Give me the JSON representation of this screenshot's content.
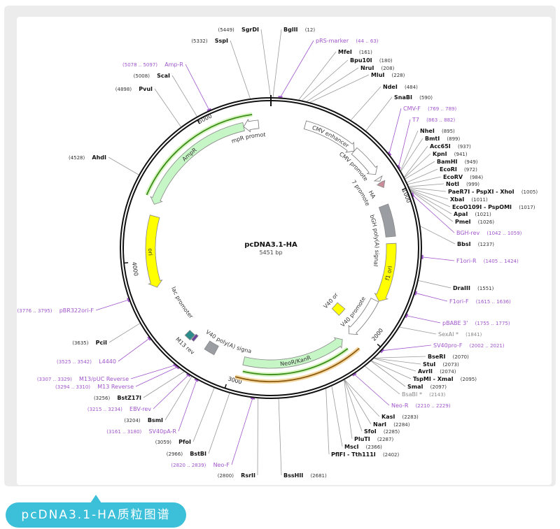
{
  "plasmid": {
    "name": "pcDNA3.1-HA",
    "length_label": "5451 bp",
    "length": 5451
  },
  "caption": "pcDNA3.1-HA质粒图谱",
  "colors": {
    "primer": "#a055cc",
    "caption_bg": "#3cbfd9",
    "ampr": "#c6f5c6",
    "ori": "#ffff00",
    "polyA": "#9a9da2"
  },
  "ticks": [
    {
      "bp": 1000,
      "label": "1000"
    },
    {
      "bp": 2000,
      "label": "2000"
    },
    {
      "bp": 3000,
      "label": "3000"
    },
    {
      "bp": 4000,
      "label": "4000"
    },
    {
      "bp": 5000,
      "label": "5000"
    }
  ],
  "features": [
    {
      "name": "CMV enhancer",
      "start": 235,
      "end": 614,
      "dir": 1,
      "color": "#ffffff"
    },
    {
      "name": "CMV promoter",
      "start": 615,
      "end": 830,
      "dir": 1,
      "color": "#ffffff"
    },
    {
      "name": "T7 promoter",
      "start": 863,
      "end": 885,
      "dir": 1,
      "color": "#ffffff"
    },
    {
      "name": "HA",
      "start": 895,
      "end": 935,
      "dir": 1,
      "color": "#c98d9a"
    },
    {
      "name": "bGH poly(A) signal",
      "start": 1050,
      "end": 1280,
      "dir": 0,
      "color": "#9a9da2"
    },
    {
      "name": "f1 ori",
      "start": 1330,
      "end": 1760,
      "dir": 1,
      "color": "#ffff00"
    },
    {
      "name": "SV40 promoter",
      "start": 1765,
      "end": 2085,
      "dir": 1,
      "color": "#ffffff"
    },
    {
      "name": "SV40 ori",
      "start": 1960,
      "end": 2040,
      "dir": 0,
      "color": "#ffff00"
    },
    {
      "name": "NeoR/KanR",
      "start": 2150,
      "end": 2930,
      "dir": -1,
      "color": "#c6f5c6"
    },
    {
      "name": "SV40 poly(A) signal",
      "start": 3150,
      "end": 3230,
      "dir": 0,
      "color": "#9a9da2"
    },
    {
      "name": "M13 rev",
      "start": 3325,
      "end": 3345,
      "dir": 0,
      "color": "#6a3fa0"
    },
    {
      "name": "lac promoter",
      "start": 3350,
      "end": 3400,
      "dir": 0,
      "color": "#2c8c8c"
    },
    {
      "name": "ori",
      "start": 3800,
      "end": 4320,
      "dir": -1,
      "color": "#ffff00"
    },
    {
      "name": "AmpR",
      "start": 4400,
      "end": 5260,
      "dir": -1,
      "color": "#c6f5c6"
    },
    {
      "name": "AmpR promoter",
      "start": 5260,
      "end": 5365,
      "dir": -1,
      "color": "#ffffff"
    }
  ],
  "sites": [
    {
      "name": "SgrDI",
      "pos": "(5449)",
      "bp": 5449,
      "type": "enzyme"
    },
    {
      "name": "BglII",
      "pos": "(12)",
      "bp": 12,
      "type": "enzyme"
    },
    {
      "name": "SspI",
      "pos": "(5332)",
      "bp": 5332,
      "type": "enzyme"
    },
    {
      "name": "pRS-marker",
      "pos": "(44 .. 63)",
      "bp": 54,
      "type": "primer"
    },
    {
      "name": "MfeI",
      "pos": "(161)",
      "bp": 161,
      "type": "enzyme"
    },
    {
      "name": "Bpu10I",
      "pos": "(180)",
      "bp": 180,
      "type": "enzyme"
    },
    {
      "name": "NruI",
      "pos": "(208)",
      "bp": 208,
      "type": "enzyme"
    },
    {
      "name": "MluI",
      "pos": "(228)",
      "bp": 228,
      "type": "enzyme"
    },
    {
      "name": "NdeI",
      "pos": "(484)",
      "bp": 484,
      "type": "enzyme"
    },
    {
      "name": "SnaBI",
      "pos": "(590)",
      "bp": 590,
      "type": "enzyme"
    },
    {
      "name": "CMV-F",
      "pos": "(769 .. 789)",
      "bp": 779,
      "type": "primer"
    },
    {
      "name": "T7",
      "pos": "(863 .. 882)",
      "bp": 872,
      "type": "primer"
    },
    {
      "name": "NheI",
      "pos": "(895)",
      "bp": 895,
      "type": "enzyme"
    },
    {
      "name": "BmtI",
      "pos": "(899)",
      "bp": 899,
      "type": "enzyme"
    },
    {
      "name": "Acc65I",
      "pos": "(937)",
      "bp": 937,
      "type": "enzyme"
    },
    {
      "name": "KpnI",
      "pos": "(941)",
      "bp": 941,
      "type": "enzyme"
    },
    {
      "name": "BamHI",
      "pos": "(949)",
      "bp": 949,
      "type": "enzyme"
    },
    {
      "name": "EcoRI",
      "pos": "(972)",
      "bp": 972,
      "type": "enzyme"
    },
    {
      "name": "EcoRV",
      "pos": "(984)",
      "bp": 984,
      "type": "enzyme"
    },
    {
      "name": "NotI",
      "pos": "(999)",
      "bp": 999,
      "type": "enzyme"
    },
    {
      "name": "PaeR7I  - PspXI  - XhoI",
      "pos": "(1005)",
      "bp": 1005,
      "type": "enzyme"
    },
    {
      "name": "XbaI",
      "pos": "(1011)",
      "bp": 1011,
      "type": "enzyme"
    },
    {
      "name": "EcoO109I  - PspOMI",
      "pos": "(1017)",
      "bp": 1017,
      "type": "enzyme"
    },
    {
      "name": "ApaI",
      "pos": "(1021)",
      "bp": 1021,
      "type": "enzyme"
    },
    {
      "name": "PmeI",
      "pos": "(1026)",
      "bp": 1026,
      "type": "enzyme"
    },
    {
      "name": "BGH-rev",
      "pos": "(1042 .. 1059)",
      "bp": 1050,
      "type": "primer"
    },
    {
      "name": "BbsI",
      "pos": "(1237)",
      "bp": 1237,
      "type": "enzyme"
    },
    {
      "name": "F1ori-R",
      "pos": "(1405 .. 1424)",
      "bp": 1414,
      "type": "primer"
    },
    {
      "name": "DraIII",
      "pos": "(1551)",
      "bp": 1551,
      "type": "enzyme"
    },
    {
      "name": "F1ori-F",
      "pos": "(1615 .. 1636)",
      "bp": 1625,
      "type": "primer"
    },
    {
      "name": "pBABE 3'",
      "pos": "(1755 .. 1775)",
      "bp": 1765,
      "type": "primer"
    },
    {
      "name": "SexAI *",
      "pos": "(1841)",
      "bp": 1841,
      "type": "nonunique"
    },
    {
      "name": "SV40pro-F",
      "pos": "(2002 .. 2021)",
      "bp": 2011,
      "type": "primer"
    },
    {
      "name": "BseRI",
      "pos": "(2070)",
      "bp": 2070,
      "type": "enzyme"
    },
    {
      "name": "StuI",
      "pos": "(2073)",
      "bp": 2073,
      "type": "enzyme"
    },
    {
      "name": "AvrII",
      "pos": "(2074)",
      "bp": 2074,
      "type": "enzyme"
    },
    {
      "name": "TspMI  - XmaI",
      "pos": "(2095)",
      "bp": 2095,
      "type": "enzyme"
    },
    {
      "name": "SmaI",
      "pos": "(2097)",
      "bp": 2097,
      "type": "enzyme"
    },
    {
      "name": "BsaBI *",
      "pos": "(2143)",
      "bp": 2143,
      "type": "nonunique"
    },
    {
      "name": "Neo-R",
      "pos": "(2210 .. 2229)",
      "bp": 2220,
      "type": "primer"
    },
    {
      "name": "KasI",
      "pos": "(2283)",
      "bp": 2283,
      "type": "enzyme"
    },
    {
      "name": "NarI",
      "pos": "(2284)",
      "bp": 2284,
      "type": "enzyme"
    },
    {
      "name": "SfoI",
      "pos": "(2285)",
      "bp": 2285,
      "type": "enzyme"
    },
    {
      "name": "PluTI",
      "pos": "(2287)",
      "bp": 2287,
      "type": "enzyme"
    },
    {
      "name": "MscI",
      "pos": "(2366)",
      "bp": 2366,
      "type": "enzyme"
    },
    {
      "name": "PflFI  - Tth111I",
      "pos": "(2402)",
      "bp": 2402,
      "type": "enzyme"
    },
    {
      "name": "BssHII",
      "pos": "(2681)",
      "bp": 2681,
      "type": "enzyme"
    },
    {
      "name": "RsrII",
      "pos": "(2800)",
      "bp": 2800,
      "type": "enzyme"
    },
    {
      "name": "Neo-F",
      "pos": "(2820 .. 2839)",
      "bp": 2830,
      "type": "primer"
    },
    {
      "name": "BstBI",
      "pos": "(2966)",
      "bp": 2966,
      "type": "enzyme"
    },
    {
      "name": "PfoI",
      "pos": "(3059)",
      "bp": 3059,
      "type": "enzyme"
    },
    {
      "name": "SV40pA-R",
      "pos": "(3161 .. 3180)",
      "bp": 3170,
      "type": "primer"
    },
    {
      "name": "BsmI",
      "pos": "(3204)",
      "bp": 3204,
      "type": "enzyme"
    },
    {
      "name": "EBV-rev",
      "pos": "(3215 .. 3234)",
      "bp": 3224,
      "type": "primer"
    },
    {
      "name": "BstZ17I",
      "pos": "(3256)",
      "bp": 3256,
      "type": "enzyme"
    },
    {
      "name": "M13 Reverse",
      "pos": "(3294 .. 3310)",
      "bp": 3302,
      "type": "primer"
    },
    {
      "name": "M13/pUC Reverse",
      "pos": "(3307 .. 3329)",
      "bp": 3318,
      "type": "primer"
    },
    {
      "name": "L4440",
      "pos": "(3525 .. 3542)",
      "bp": 3533,
      "type": "primer"
    },
    {
      "name": "PciI",
      "pos": "(3635)",
      "bp": 3635,
      "type": "enzyme"
    },
    {
      "name": "pBR322ori-F",
      "pos": "(3776 .. 3795)",
      "bp": 3785,
      "type": "primer"
    },
    {
      "name": "AhdI",
      "pos": "(4528)",
      "bp": 4528,
      "type": "enzyme"
    },
    {
      "name": "PvuI",
      "pos": "(4898)",
      "bp": 4898,
      "type": "enzyme"
    },
    {
      "name": "ScaI",
      "pos": "(5008)",
      "bp": 5008,
      "type": "enzyme"
    },
    {
      "name": "Amp-R",
      "pos": "(5078 .. 5097)",
      "bp": 5087,
      "type": "primer"
    }
  ]
}
